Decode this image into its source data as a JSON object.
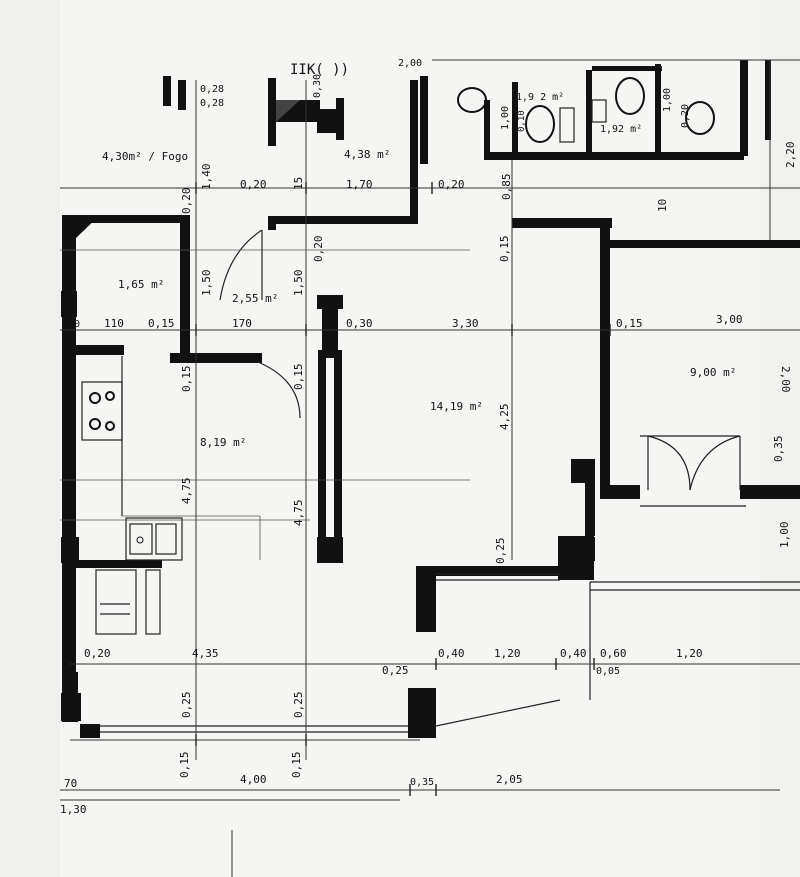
{
  "plan": {
    "rooms": [
      {
        "id": "fogo",
        "area": "4,30m² / Fogo"
      },
      {
        "id": "storage",
        "area": "4,38 m²"
      },
      {
        "id": "wc1",
        "area": "1,9 2 m²"
      },
      {
        "id": "wc2",
        "area": "1,92 m²"
      },
      {
        "id": "hall-small",
        "area": "1,65 m²"
      },
      {
        "id": "hall",
        "area": "2,55 m²"
      },
      {
        "id": "living",
        "area": "14,19 m²"
      },
      {
        "id": "bedroom",
        "area": "9,00 m²"
      },
      {
        "id": "kitchen",
        "area": "8,19 m²"
      }
    ],
    "dimensions": [
      "0,28",
      "0,28",
      "0,30",
      "2,00",
      "1,00",
      "0,10",
      "1,00",
      "0,20",
      "2,20",
      "1,40",
      "0,20",
      "0,20",
      "15",
      "1,70",
      "0,20",
      "0,85",
      "10",
      "0,15",
      "0,20",
      "1,50",
      "1,50",
      "140",
      "110",
      "0,15",
      "170",
      "0,30",
      "3,30",
      "0,15",
      "3,00",
      "2,00",
      "0,15",
      "0,15",
      "4,25",
      "0,35",
      "4,75",
      "4,75",
      "0,25",
      "1,00",
      "0,20",
      "4,35",
      "0,40",
      "1,20",
      "0,40",
      "0,60",
      "1,20",
      "0,25",
      "0,05",
      "0,25",
      "0,25",
      "0,15",
      "0,15",
      "70",
      "4,00",
      "0,35",
      "2,05",
      "1,30"
    ],
    "top_text": "IIK( ))"
  }
}
